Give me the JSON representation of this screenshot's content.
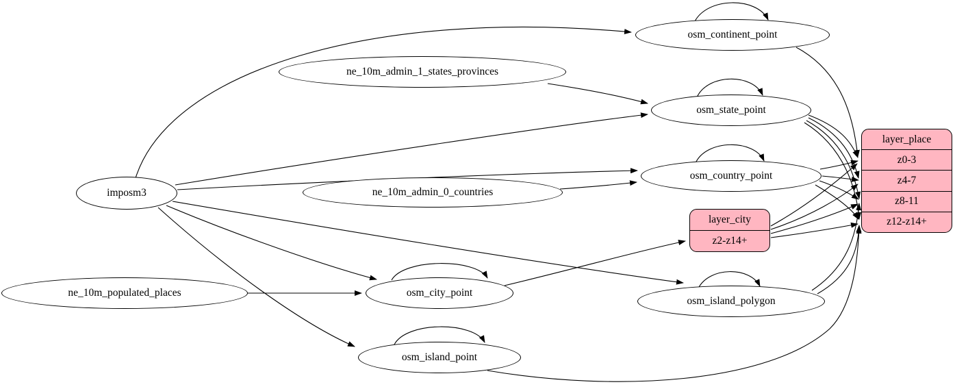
{
  "diagram": {
    "colors": {
      "layer_fill": "#ffb6c1",
      "table_fill": "#ffffff",
      "stroke": "#000000",
      "background": "#ffffff"
    },
    "nodes": {
      "imposm3": "imposm3",
      "ne_10m_admin_1_states_provinces": "ne_10m_admin_1_states_provinces",
      "ne_10m_admin_0_countries": "ne_10m_admin_0_countries",
      "ne_10m_populated_places": "ne_10m_populated_places",
      "osm_continent_point": "osm_continent_point",
      "osm_state_point": "osm_state_point",
      "osm_country_point": "osm_country_point",
      "osm_city_point": "osm_city_point",
      "osm_island_polygon": "osm_island_polygon",
      "osm_island_point": "osm_island_point"
    },
    "layer_city": {
      "title": "layer_city",
      "zoom_rows": {
        "z2_14": "z2-z14+"
      }
    },
    "layer_place": {
      "title": "layer_place",
      "zoom_rows": {
        "z0_3": "z0-3",
        "z4_7": "z4-7",
        "z8_11": "z8-11",
        "z12_14": "z12-z14+"
      }
    },
    "edges": [
      {
        "from": "imposm3",
        "to": "osm_continent_point"
      },
      {
        "from": "imposm3",
        "to": "osm_state_point"
      },
      {
        "from": "imposm3",
        "to": "osm_country_point"
      },
      {
        "from": "imposm3",
        "to": "osm_city_point"
      },
      {
        "from": "imposm3",
        "to": "osm_island_polygon"
      },
      {
        "from": "imposm3",
        "to": "osm_island_point"
      },
      {
        "from": "ne_10m_admin_1_states_provinces",
        "to": "osm_state_point"
      },
      {
        "from": "ne_10m_admin_0_countries",
        "to": "osm_country_point"
      },
      {
        "from": "ne_10m_populated_places",
        "to": "osm_city_point"
      },
      {
        "from": "osm_continent_point",
        "to": "osm_continent_point"
      },
      {
        "from": "osm_state_point",
        "to": "osm_state_point"
      },
      {
        "from": "osm_country_point",
        "to": "osm_country_point"
      },
      {
        "from": "osm_city_point",
        "to": "osm_city_point"
      },
      {
        "from": "osm_island_polygon",
        "to": "osm_island_polygon"
      },
      {
        "from": "osm_island_point",
        "to": "osm_island_point"
      },
      {
        "from": "osm_continent_point",
        "to": "layer_place:z0-3"
      },
      {
        "from": "osm_state_point",
        "to": "layer_place:z0-3"
      },
      {
        "from": "osm_state_point",
        "to": "layer_place:z4-7"
      },
      {
        "from": "osm_state_point",
        "to": "layer_place:z8-11"
      },
      {
        "from": "osm_state_point",
        "to": "layer_place:z12-z14+"
      },
      {
        "from": "osm_country_point",
        "to": "layer_place:z0-3"
      },
      {
        "from": "osm_country_point",
        "to": "layer_place:z4-7"
      },
      {
        "from": "osm_country_point",
        "to": "layer_place:z8-11"
      },
      {
        "from": "osm_country_point",
        "to": "layer_place:z12-z14+"
      },
      {
        "from": "osm_city_point",
        "to": "layer_city:z2-z14+"
      },
      {
        "from": "layer_city:z2-z14+",
        "to": "layer_place:z0-3"
      },
      {
        "from": "layer_city:z2-z14+",
        "to": "layer_place:z4-7"
      },
      {
        "from": "layer_city:z2-z14+",
        "to": "layer_place:z8-11"
      },
      {
        "from": "layer_city:z2-z14+",
        "to": "layer_place:z12-z14+"
      },
      {
        "from": "osm_island_polygon",
        "to": "layer_place:z8-11"
      },
      {
        "from": "osm_island_polygon",
        "to": "layer_place:z12-z14+"
      },
      {
        "from": "osm_island_point",
        "to": "layer_place:z12-z14+"
      }
    ]
  }
}
